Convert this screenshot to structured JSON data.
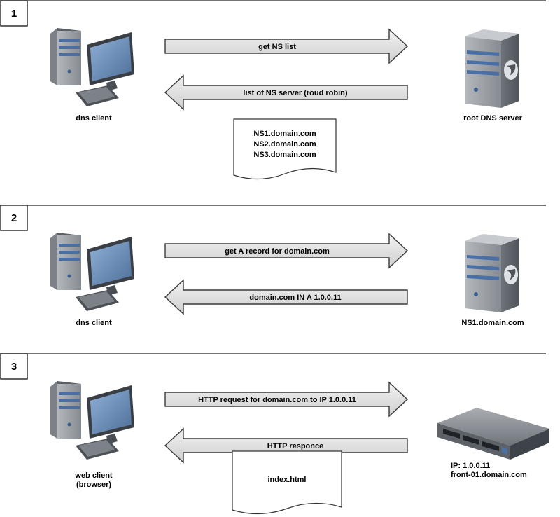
{
  "sections": [
    {
      "number": "1",
      "left_label": [
        "dns client"
      ],
      "right_label": [
        "root DNS server"
      ],
      "right_device": "tower-server",
      "request": "get NS list",
      "response": "list of NS server (roud robin)",
      "document": [
        "NS1.domain.com",
        "NS2.domain.com",
        "NS3.domain.com"
      ]
    },
    {
      "number": "2",
      "left_label": [
        "dns client"
      ],
      "right_label": [
        "NS1.domain.com"
      ],
      "right_device": "tower-server",
      "request": "get A record for domain.com",
      "response": "domain.com IN A 1.0.0.11",
      "document": []
    },
    {
      "number": "3",
      "left_label": [
        "web client",
        "(browser)"
      ],
      "right_label": [
        "IP: 1.0.0.11",
        "front-01.domain.com"
      ],
      "right_device": "rack-server",
      "request": "HTTP request  for domain.com to IP 1.0.0.11",
      "response": "HTTP responce",
      "document": [
        "index.html"
      ]
    }
  ],
  "colors": {
    "arrow_fill": "#e2e2e2",
    "arrow_stroke": "#3a3a3a",
    "server_body": "#9aa0a6",
    "stripe_blue": "#4a6fa5",
    "monitor_screen": "#6f8fb5"
  },
  "icons": {
    "client": "desktop-computer-icon",
    "tower": "tower-server-icon",
    "rack": "rack-server-icon",
    "document": "document-icon"
  }
}
